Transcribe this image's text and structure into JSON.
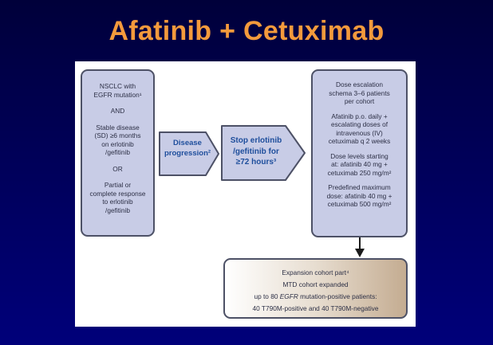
{
  "slide": {
    "title": "Afatinib + Cetuximab"
  },
  "criteria_box": {
    "lines_group1": [
      "NSCLC with",
      "EGFR mutation¹"
    ],
    "and_label": "AND",
    "lines_group2": [
      "Stable disease",
      "(SD) ≥6 months",
      "on erlotinib",
      "/gefitinib"
    ],
    "or_label": "OR",
    "lines_group3": [
      "Partial or",
      "complete response",
      "to erlotinib",
      "/gefitinib"
    ]
  },
  "progression_arrow": {
    "lines": [
      "Disease",
      "progression²"
    ]
  },
  "stop_arrow": {
    "lines": [
      "Stop erlotinib",
      "/gefitinib for",
      "≥72 hours³"
    ]
  },
  "escalation_box": {
    "para1": [
      "Dose escalation",
      "schema 3–6 patients",
      "per cohort"
    ],
    "para2": [
      "Afatinib p.o. daily +",
      "escalating doses of",
      "intravenous (IV)",
      "cetuximab q 2 weeks"
    ],
    "para3": [
      "Dose levels starting",
      "at: afatinib 40 mg +",
      "cetuximab 250 mg/m²"
    ],
    "para4": [
      "Predefined maximum",
      "dose: afatinib 40 mg +",
      "cetuximab 500 mg/m²"
    ]
  },
  "expansion_box": {
    "line1": "Expansion cohort part⁴",
    "line2": "MTD cohort expanded",
    "line3_pre": "up to 80 ",
    "line3_em": "EGFR",
    "line3_post": " mutation-positive patients:",
    "line4": "40 T790M-positive and 40 T790M-negative"
  },
  "colors": {
    "title": "#f39a3c",
    "box_fill": "#c8cce6",
    "box_border": "#4d5166",
    "arrow_text": "#1e4e9c"
  }
}
